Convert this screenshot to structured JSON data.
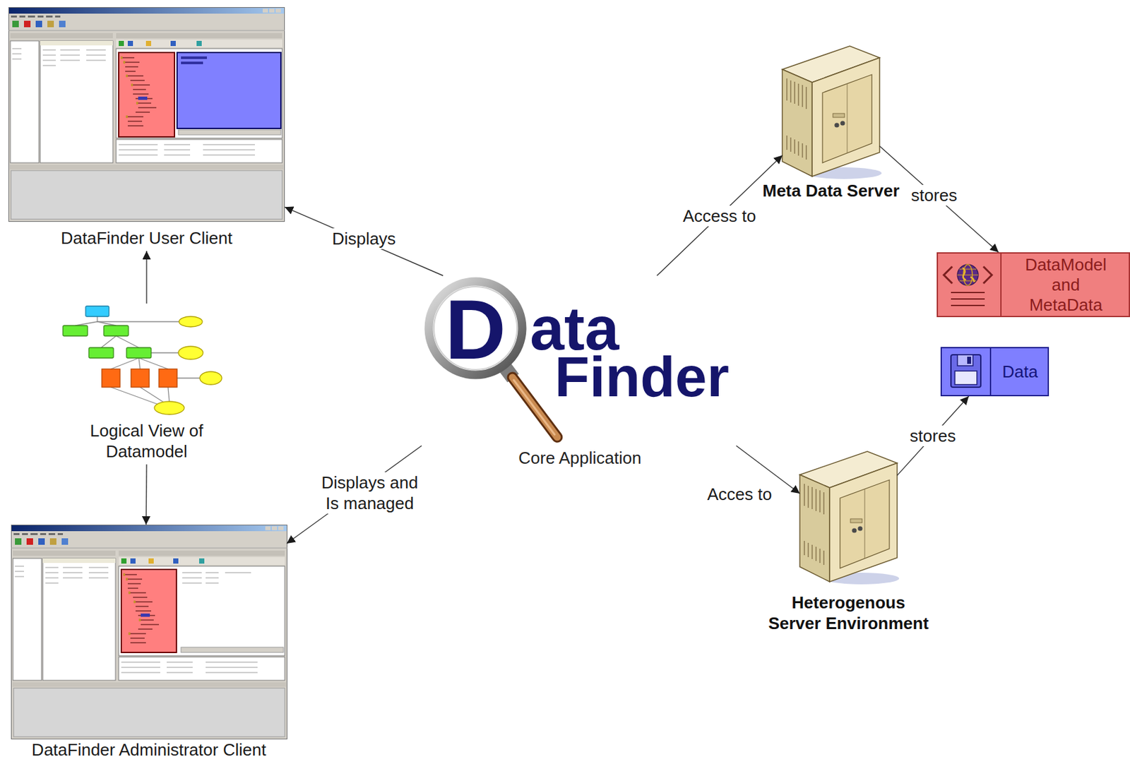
{
  "diagram": {
    "nodes": [
      {
        "text": [
          "DataFinder User Client"
        ]
      },
      {
        "text": [
          "Logical View of Datamodel"
        ]
      },
      {
        "text": [
          "DataFinder Administrator Client"
        ]
      },
      {
        "text": [
          "D",
          "ata",
          "Finder",
          "Core Application"
        ]
      },
      {
        "text": [
          "Meta Data Server"
        ]
      },
      {
        "text": [
          "DataModel and MetaData"
        ]
      },
      {
        "text": [
          "Data"
        ]
      },
      {
        "text": [
          "Heterogenous Server Environment"
        ]
      }
    ],
    "edges": [
      {
        "from": 3,
        "to": 0,
        "arrow": "to",
        "label": "Displays"
      },
      {
        "from": 3,
        "to": 2,
        "arrow": "to",
        "label": "Displays and Is managed"
      },
      {
        "from": 3,
        "to": 4,
        "arrow": "to",
        "label": "Access to"
      },
      {
        "from": 3,
        "to": 7,
        "arrow": "to",
        "label": "Acces to"
      },
      {
        "from": 4,
        "to": 5,
        "arrow": "to",
        "label": "stores"
      },
      {
        "from": 7,
        "to": 6,
        "arrow": "to",
        "label": "stores"
      },
      {
        "from": 1,
        "to": 0,
        "arrow": "to"
      },
      {
        "from": 1,
        "to": 2,
        "arrow": "to"
      }
    ]
  }
}
